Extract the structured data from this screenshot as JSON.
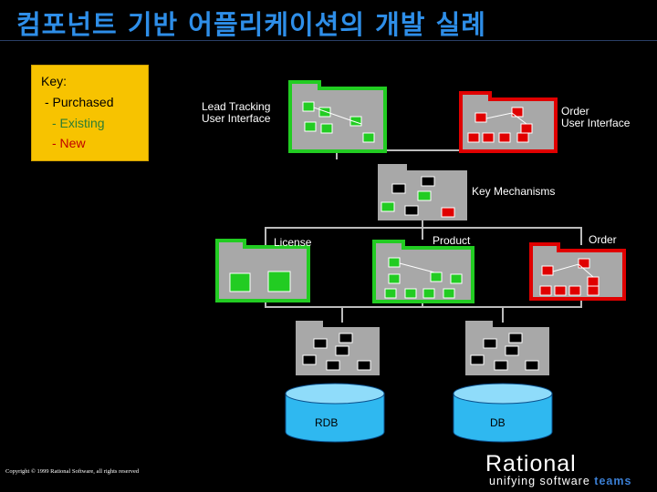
{
  "title": "컴포넌트 기반 어플리케이션의 개발 실례",
  "key": {
    "heading": "Key:",
    "items": [
      {
        "label": "- Purchased",
        "color": "#000000"
      },
      {
        "label": "- Existing",
        "color": "#2e7d32"
      },
      {
        "label": "- New",
        "color": "#c00000"
      }
    ]
  },
  "colors": {
    "purchased": "#a8a8a8",
    "existing": "#22cc22",
    "new": "#e00000",
    "line": "#bbbbbb"
  },
  "labels": {
    "lead_ui": [
      "Lead Tracking",
      "User Interface"
    ],
    "order_ui": [
      "Order",
      "User Interface"
    ],
    "key_mechanisms": "Key Mechanisms",
    "license": "License",
    "product": "Product",
    "order": "Order",
    "rdb": "RDB",
    "db": "DB"
  },
  "copyright": "Copyright © 1999 Rational Software, all rights reserved",
  "logo": {
    "word": "Rational",
    "tag_main": "unifying software",
    "tag_accent": "teams"
  }
}
